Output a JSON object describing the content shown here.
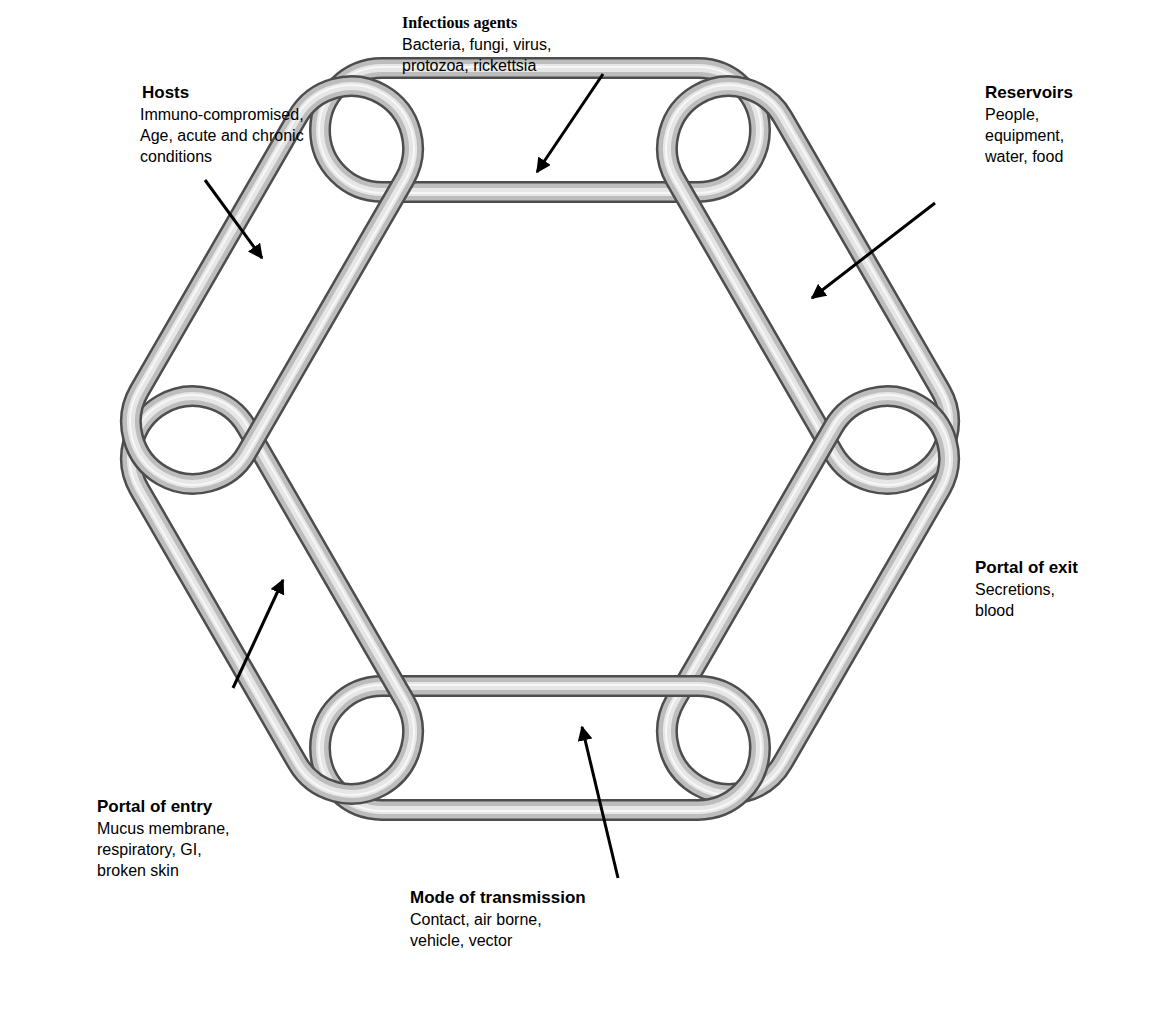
{
  "diagram": {
    "labels": [
      "Infectious agents",
      "Bacteria, fungi, virus, protozoa, rickettsia",
      "Hosts",
      "Immuno-compromised, Age, acute and chronic conditions",
      "Reservoirs",
      "People, equipment, water, food",
      "Portal of exit",
      "Secretions, blood",
      "Portal of entry",
      "Mucus membrane, respiratory, GI, broken skin",
      "Mode of transmission",
      "Contact, air borne, vehicle, vector"
    ]
  }
}
